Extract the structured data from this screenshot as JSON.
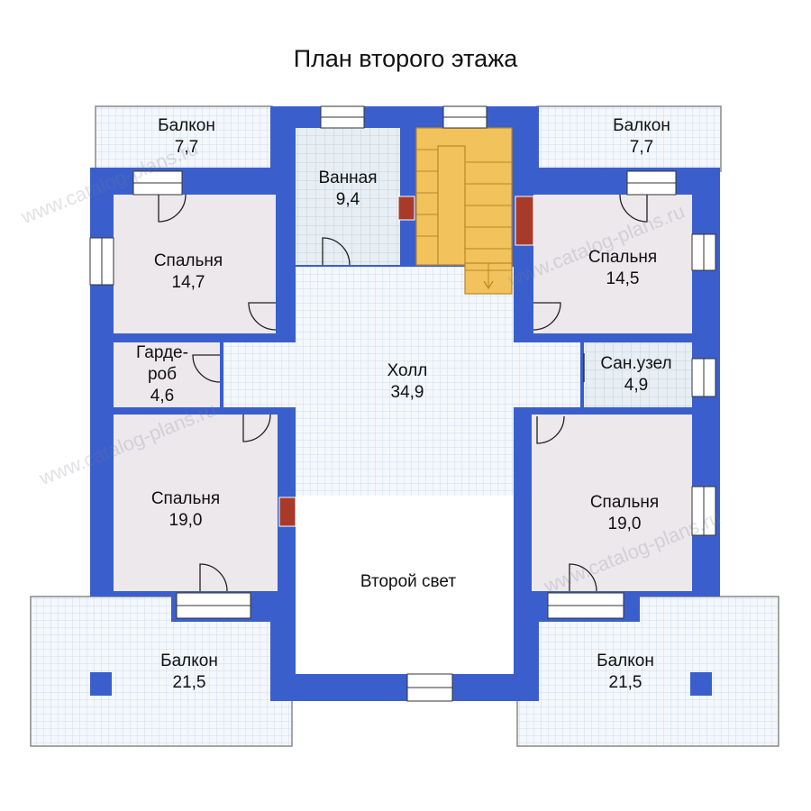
{
  "title": "План второго этажа",
  "watermark": "www.catalog-plans.ru",
  "colors": {
    "wall": "#3a5fcd",
    "wall_stroke": "#22388a",
    "room_fill": "#ece8ec",
    "tile_fill": "#f4f7fb",
    "tile_line": "#c9d6e6",
    "stairs": "#f2c35c",
    "stairs_line": "#b8862a",
    "chimney": "#a83a2a"
  },
  "rooms": {
    "balcony_top_left": {
      "name": "Балкон",
      "area": "7,7"
    },
    "balcony_top_right": {
      "name": "Балкон",
      "area": "7,7"
    },
    "bathroom": {
      "name": "Ванная",
      "area": "9,4"
    },
    "bedroom_top_left": {
      "name": "Спальня",
      "area": "14,7"
    },
    "bedroom_top_right": {
      "name": "Спальня",
      "area": "14,5"
    },
    "wardrobe": {
      "name_line1": "Гарде-",
      "name_line2": "роб",
      "area": "4,6"
    },
    "hall": {
      "name": "Холл",
      "area": "34,9"
    },
    "wc": {
      "name": "Сан.узел",
      "area": "4,9"
    },
    "bedroom_bottom_left": {
      "name": "Спальня",
      "area": "19,0"
    },
    "bedroom_bottom_right": {
      "name": "Спальня",
      "area": "19,0"
    },
    "second_light": {
      "name": "Второй свет"
    },
    "balcony_bottom_left": {
      "name": "Балкон",
      "area": "21,5"
    },
    "balcony_bottom_right": {
      "name": "Балкон",
      "area": "21,5"
    }
  }
}
